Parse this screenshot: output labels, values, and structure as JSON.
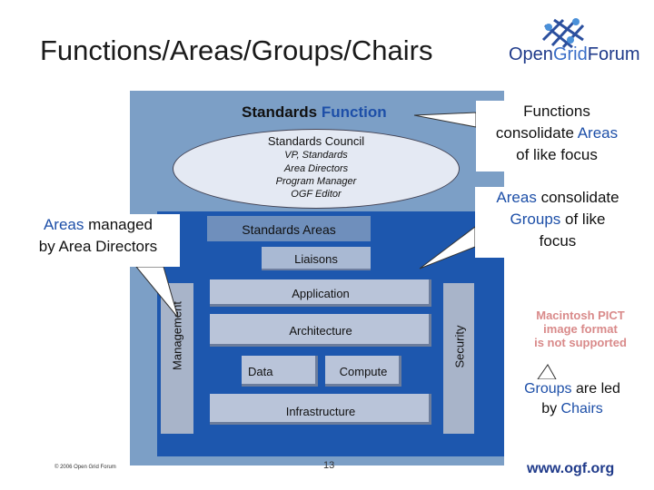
{
  "header": {
    "title": "Functions/Areas/Groups/Chairs",
    "logo_prefix": "Open",
    "logo_grid": "Grid",
    "logo_suffix": "Forum"
  },
  "diagram": {
    "standards_function_prefix": "Standards ",
    "standards_function_highlight": "Function",
    "council": {
      "title": "Standards Council",
      "lines": [
        "VP, Standards",
        "Area Directors",
        "Program Manager",
        "OGF Editor"
      ]
    },
    "standards_areas": "Standards Areas",
    "liaisons": "Liaisons",
    "management": "Management",
    "security": "Security",
    "application": "Application",
    "architecture": "Architecture",
    "data": "Data",
    "compute": "Compute",
    "infrastructure": "Infrastructure"
  },
  "callouts": {
    "functions": {
      "line1": "Functions",
      "line2_a": "consolidate ",
      "line2_b": "Areas",
      "line3": "of like focus"
    },
    "areas_consolidate": {
      "line1_a": "Areas",
      "line1_b": " consolidate",
      "line2_a": "Groups",
      "line2_b": " of like",
      "line3": "focus"
    },
    "areas_managed": {
      "line1_a": "Areas",
      "line1_b": " managed",
      "line2": "by Area Directors"
    },
    "groups": {
      "line1_a": "Groups",
      "line1_b": " are led",
      "line2_a": "by ",
      "line2_b": "Chairs"
    }
  },
  "pict_notice": [
    "Macintosh PICT",
    "image format",
    "is not supported"
  ],
  "footer": {
    "copyright": "© 2006 Open Grid Forum",
    "page_number": "13",
    "url": "www.ogf.org"
  },
  "colors": {
    "highlight_blue": "#1d4fa8",
    "panel_light": "#7c9fc6",
    "panel_dark": "#1d57ae",
    "logo_blue": "#1f3a8a",
    "pict_text": "#d98a8a"
  }
}
